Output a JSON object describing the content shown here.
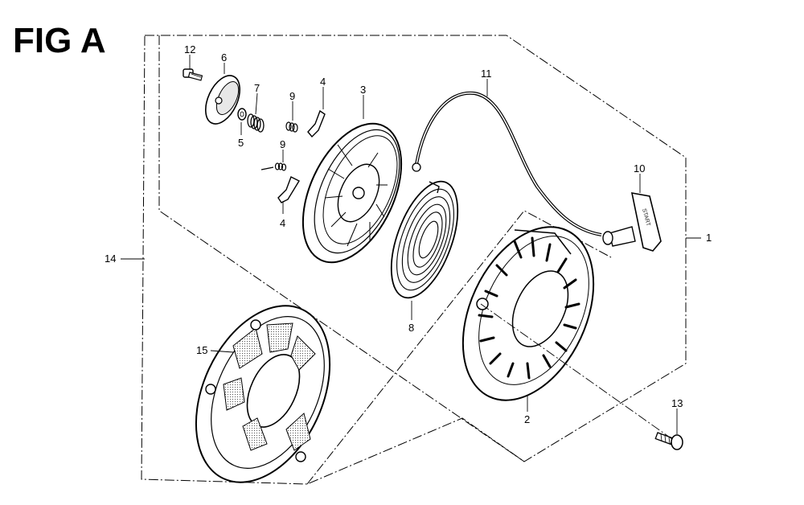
{
  "figure": {
    "title": "FIG A",
    "start_handle_text": "START"
  },
  "callouts": [
    {
      "id": "c12",
      "label": "12"
    },
    {
      "id": "c6",
      "label": "6"
    },
    {
      "id": "c7",
      "label": "7"
    },
    {
      "id": "c5",
      "label": "5"
    },
    {
      "id": "c9a",
      "label": "9"
    },
    {
      "id": "c4a",
      "label": "4"
    },
    {
      "id": "c3",
      "label": "3"
    },
    {
      "id": "c9b",
      "label": "9"
    },
    {
      "id": "c4b",
      "label": "4"
    },
    {
      "id": "c11",
      "label": "11"
    },
    {
      "id": "c10",
      "label": "10"
    },
    {
      "id": "c1",
      "label": "1"
    },
    {
      "id": "c14",
      "label": "14"
    },
    {
      "id": "c8",
      "label": "8"
    },
    {
      "id": "c15",
      "label": "15"
    },
    {
      "id": "c2",
      "label": "2"
    },
    {
      "id": "c13",
      "label": "13"
    }
  ]
}
